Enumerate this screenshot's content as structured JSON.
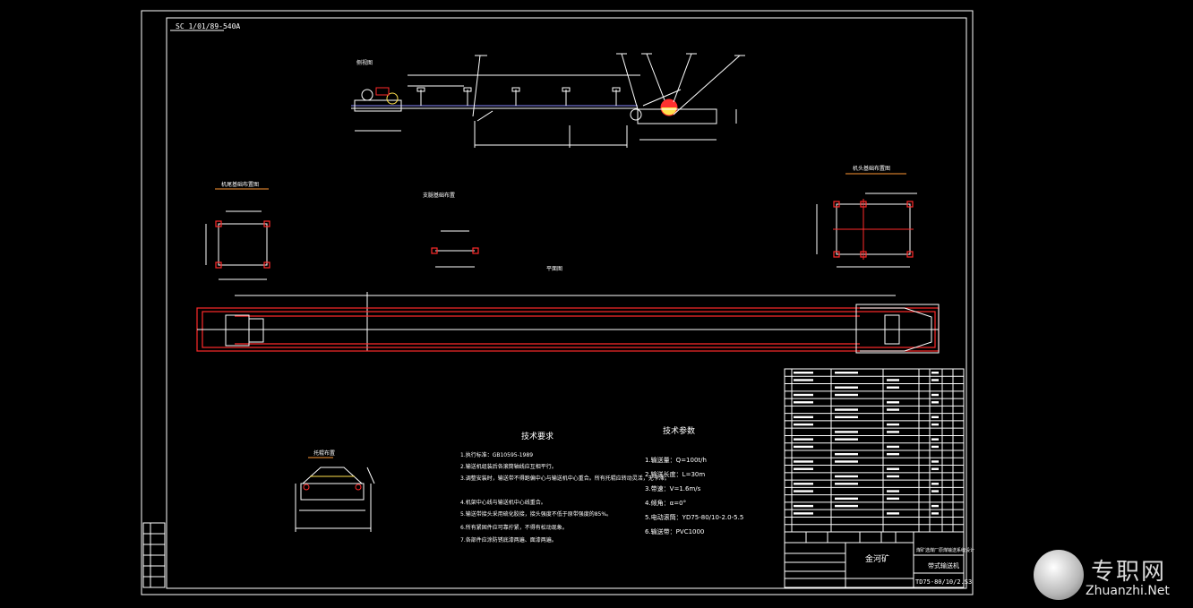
{
  "drawing": {
    "code_top_left": "SC 1/01/89-540A",
    "main_view_label": "侧视图",
    "plan_view_label": "平面图",
    "foundation_left_label": "机尾基础布置图",
    "foundation_mid_label": "支腿基础布置",
    "foundation_right_label": "机头基础布置图",
    "idler_label": "托辊布置",
    "tech_requirements": {
      "title": "技术要求",
      "lines": [
        "1.执行标准：GB10595-1989",
        "2.输送机组装后各滚筒轴线应互相平行。",
        "3.调整安装时，输送带不得跑偏中心与输送机中心重合。所有托辊应转动灵活，无卡滞。",
        "4.机架中心线与输送机中心线重合。",
        "5.输送带接头采用硫化胶接，接头强度不低于原带强度的85%。",
        "6.所有紧固件应可靠拧紧，不得有松动现象。",
        "7.各部件应涂防锈底漆两遍、面漆两遍。"
      ]
    },
    "tech_params": {
      "title": "技术参数",
      "lines": [
        "1.输送量：Q=100t/h",
        "2.输送长度：L=30m",
        "3.带速：V=1.6m/s",
        "4.倾角：α=0°",
        "5.电动滚筒：YD75-80/10-2.0-5.5",
        "6.输送带：PVC1000"
      ]
    },
    "title_block": {
      "company": "金河矿",
      "project": "煤矿选煤厂原煤输送系统设计",
      "name": "带式输送机",
      "drawing_no": "TD75-80/10/2.S3"
    }
  },
  "watermark": {
    "cn": "专职网",
    "en": "Zhuanzhi.Net"
  },
  "colors": {
    "background": "#000000",
    "line": "#ffffff",
    "accent_red": "#ff2a2a",
    "accent_yellow": "#ffe14d",
    "accent_orange": "#ff9933"
  }
}
